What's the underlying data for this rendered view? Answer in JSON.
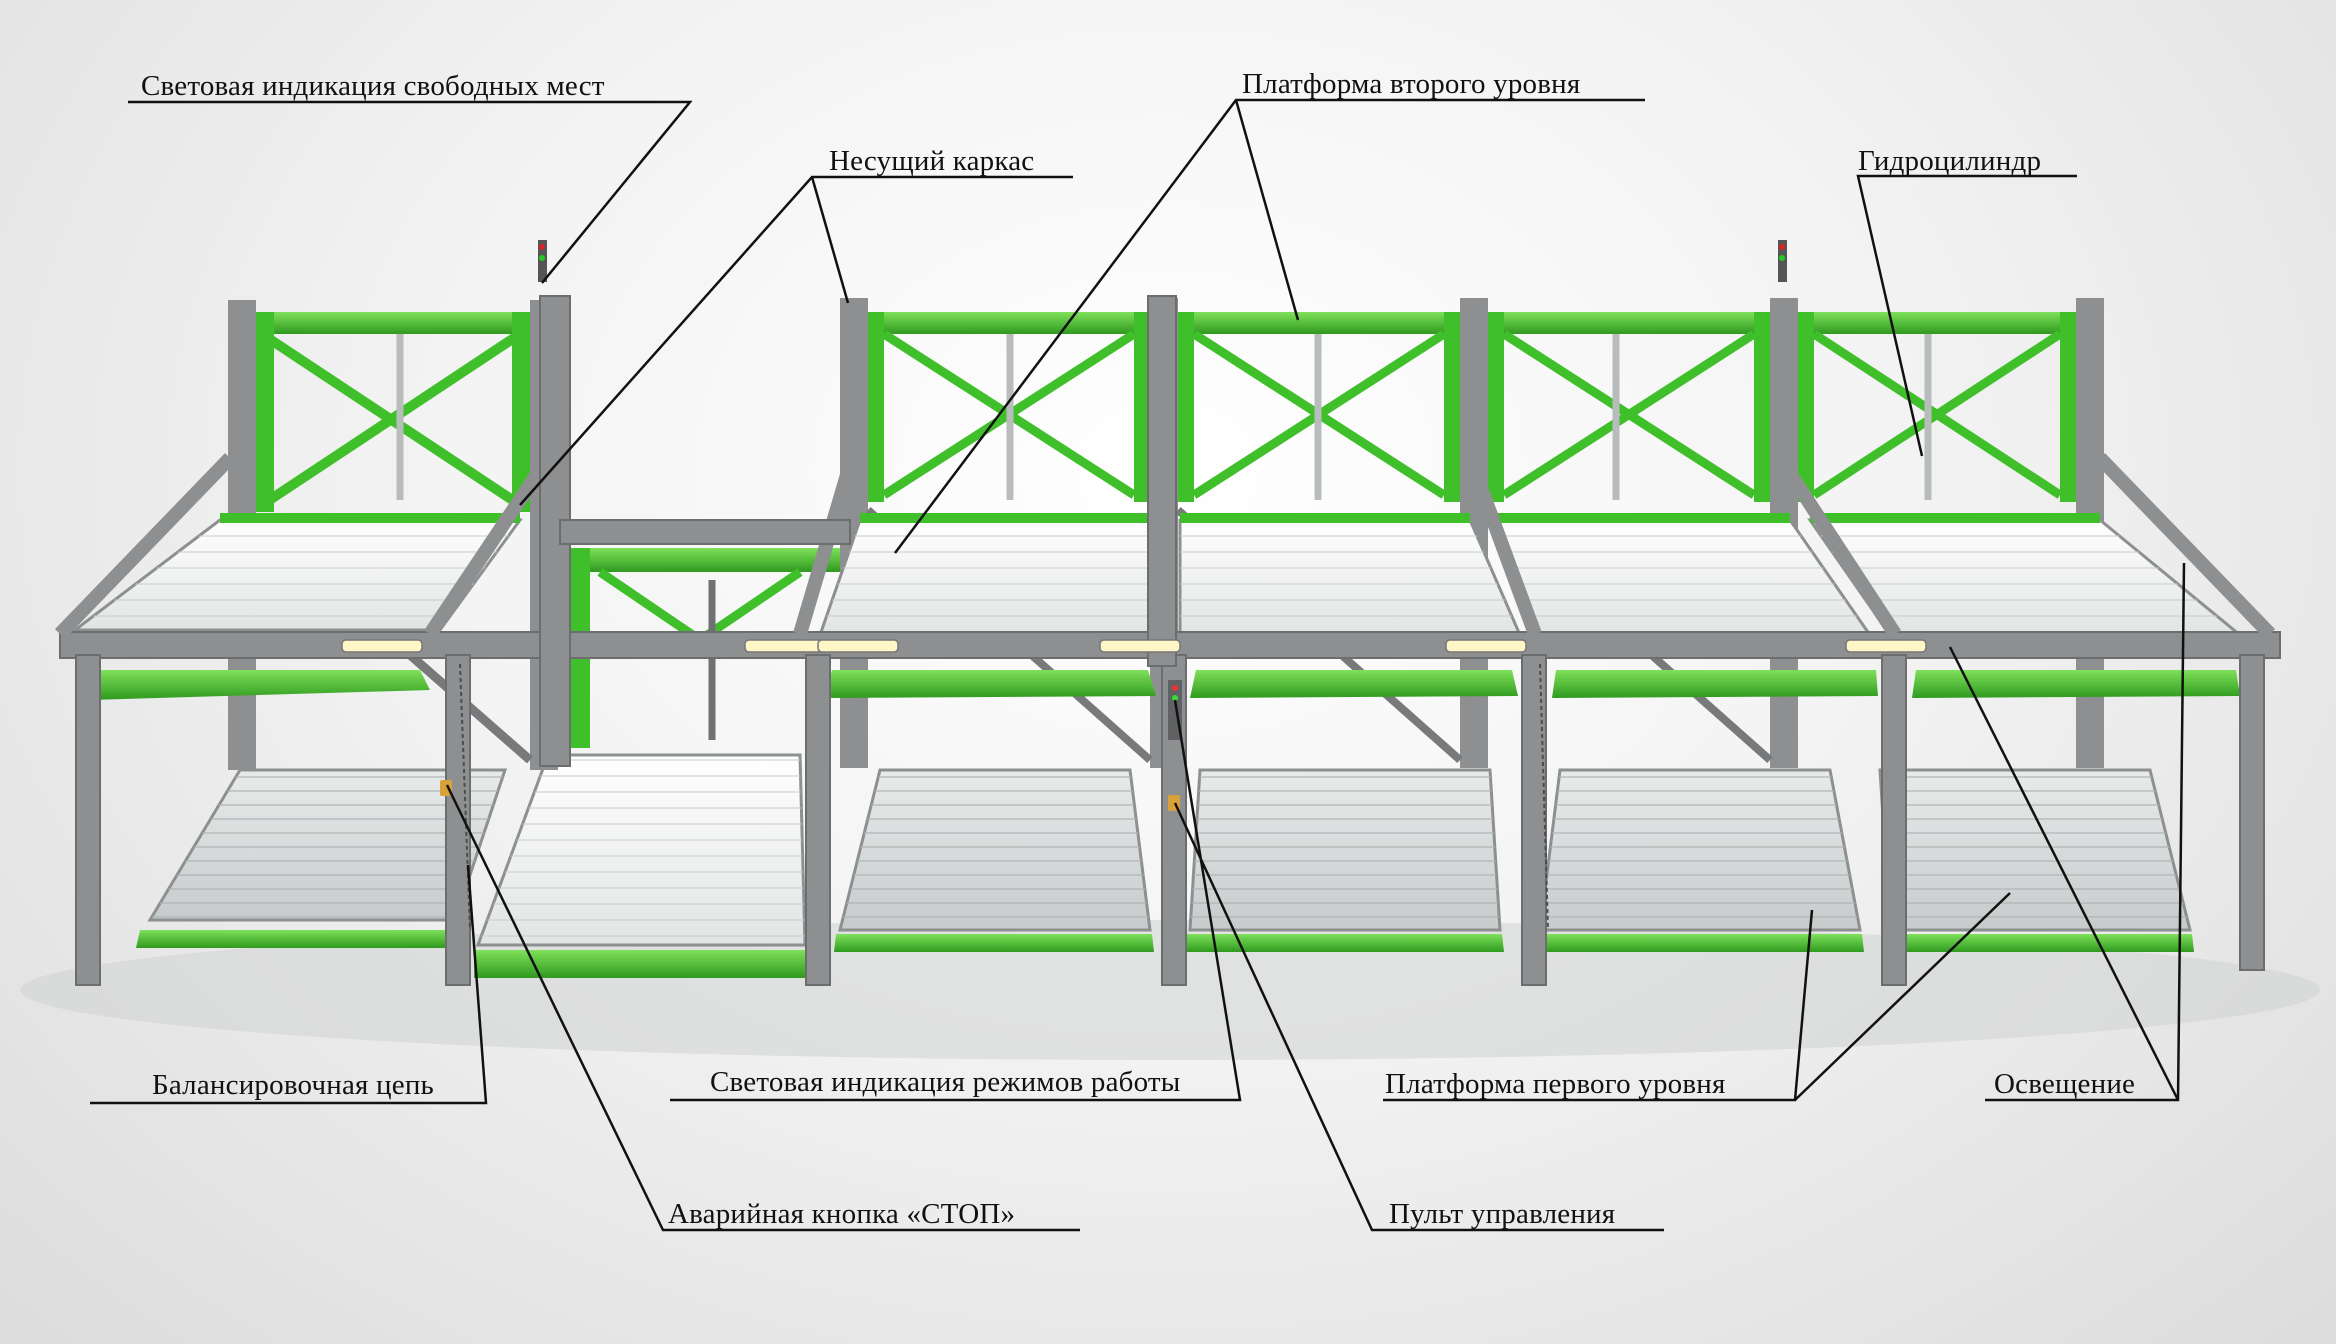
{
  "diagram": {
    "labels": {
      "free_spaces_light": "Световая индикация свободных мест",
      "second_level_platform": "Платформа второго уровня",
      "load_bearing_frame": "Несущий каркас",
      "hydraulic_cylinder": "Гидроцилиндр",
      "balancing_chain": "Балансировочная цепь",
      "mode_light": "Световая индикация режимов работы",
      "first_level_platform": "Платформа первого уровня",
      "lighting": "Освещение",
      "emergency_stop": "Аварийная кнопка «СТОП»",
      "control_panel": "Пульт управления"
    },
    "colors": {
      "frame_grey": "#8d8f91",
      "frame_dark": "#5f6163",
      "accent_green": "#3fbf2a",
      "green_dark": "#2c8c1c",
      "deck": "#f4f4f4",
      "deck_lower": "#d9dcdc",
      "leader_line": "#111111",
      "lamp": "#fff6c8"
    }
  }
}
